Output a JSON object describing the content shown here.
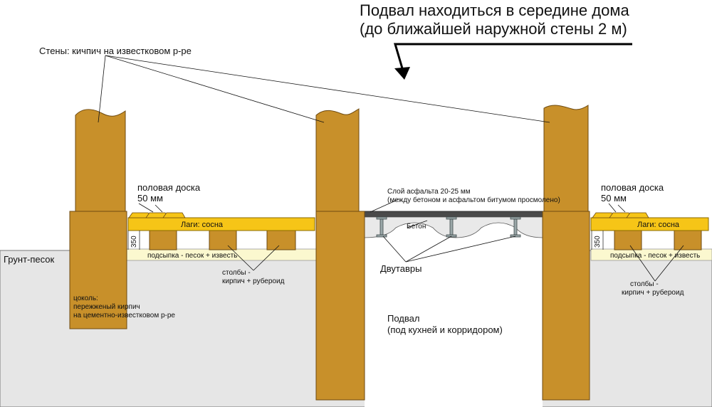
{
  "title": {
    "line1": "Подвал находиться в середине дома",
    "line2": "(до ближайшей наружной стены 2 м)"
  },
  "labels": {
    "walls": "Стены: кичпич на известковом р-ре",
    "floorboard_left_1": "половая доска",
    "floorboard_left_2": "50 мм",
    "floorboard_right_1": "половая доска",
    "floorboard_right_2": "50 мм",
    "joists_left": "Лаги: сосна",
    "joists_right": "Лаги: сосна",
    "asphalt_1": "Слой асфальта 20-25 мм",
    "asphalt_2": "(между бетоном и асфальтом битумом просмолено)",
    "concrete": "Бетон",
    "ibeams": "Двутавры",
    "ground": "Грунт-песок",
    "bedding_left": "подсыпка - песок + известь",
    "bedding_right": "подсыпка - песок + известь",
    "posts_left_1": "столбы -",
    "posts_left_2": "кирпич + рубероид",
    "posts_right_1": "столбы -",
    "posts_right_2": "кирпич + рубероид",
    "plinth_1": "цоколь:",
    "plinth_2": "пережженый кирпич",
    "plinth_3": "на цементно-известковом р-ре",
    "height_left": "350",
    "height_right": "350",
    "basement_1": "Подвал",
    "basement_2": "(под кухней и корридором)"
  },
  "colors": {
    "brick": "#c8902a",
    "brick_stroke": "#6e4a10",
    "joist": "#f6c517",
    "bedding": "#fbf8cf",
    "ground": "#e6e6e6",
    "asphalt": "#4a4a4a",
    "concrete": "#e9e9e9",
    "steel": "#9aa7a8"
  }
}
